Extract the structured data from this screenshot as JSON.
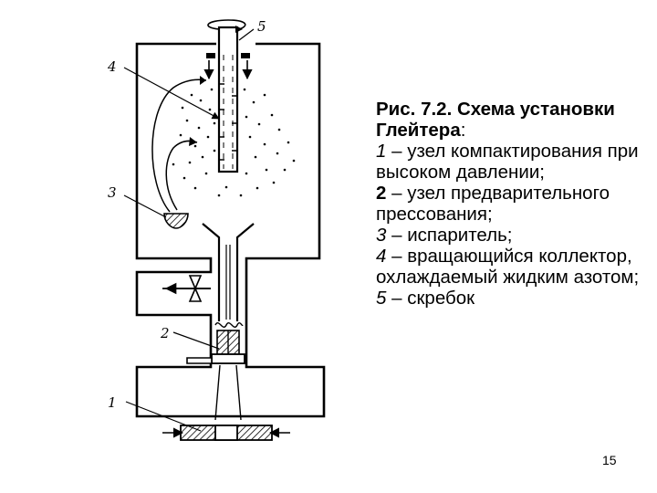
{
  "diagram": {
    "labels": [
      "1",
      "2",
      "3",
      "4",
      "5"
    ]
  },
  "caption": {
    "title": "Рис. 7.2. Схема установки Глейтера",
    "colon": ":",
    "items": [
      {
        "num": "1",
        "text": " – узел компактирования при высоком давлении;"
      },
      {
        "num": "2",
        "text": " – узел предварительного прессования;"
      },
      {
        "num": "3",
        "text": " – испаритель;"
      },
      {
        "num": "4",
        "text": " – вращающийся коллектор, охлаждаемый жидким азотом;"
      },
      {
        "num": "5",
        "text": " – скребок"
      }
    ]
  },
  "page_number": "15"
}
